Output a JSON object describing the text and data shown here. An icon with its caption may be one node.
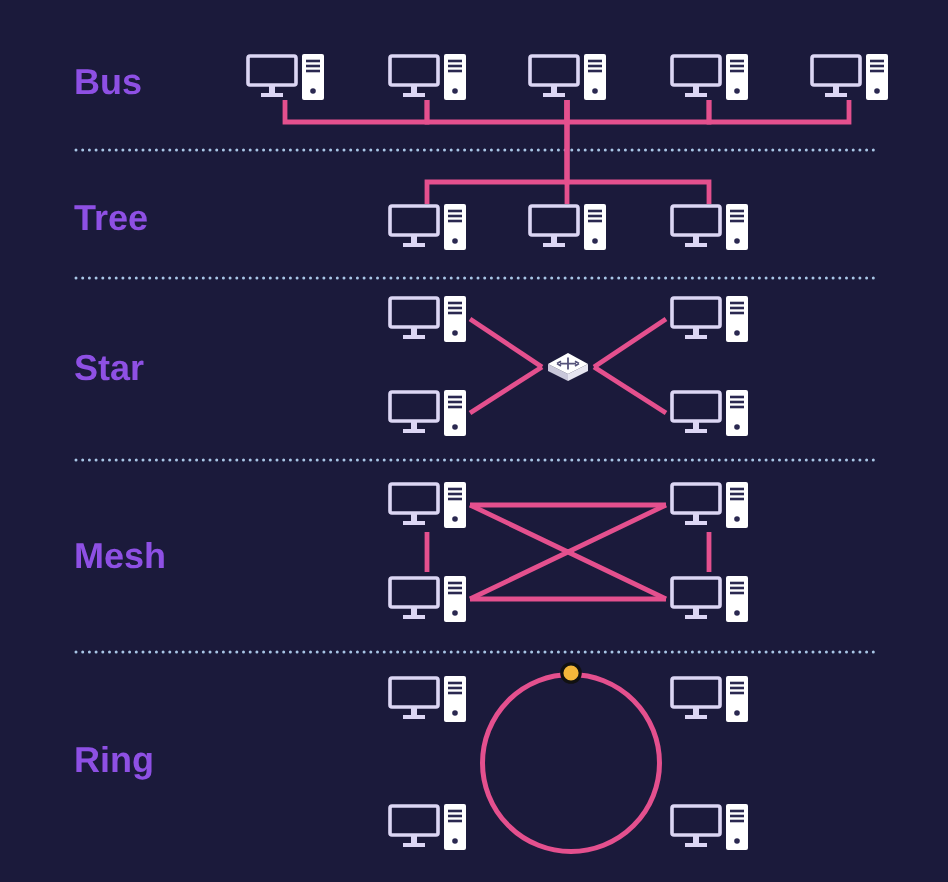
{
  "diagram": {
    "nodes": [
      {
        "text": [],
        "shape": "computer"
      },
      {
        "text": [],
        "shape": "computer"
      },
      {
        "text": [],
        "shape": "computer"
      },
      {
        "text": [],
        "shape": "computer"
      },
      {
        "text": [],
        "shape": "computer"
      },
      {
        "text": [],
        "shape": "computer"
      },
      {
        "text": [],
        "shape": "computer"
      },
      {
        "text": [],
        "shape": "computer"
      },
      {
        "text": [],
        "shape": "computer"
      },
      {
        "text": [],
        "shape": "computer"
      },
      {
        "text": [],
        "shape": "switch"
      },
      {
        "text": [],
        "shape": "computer"
      },
      {
        "text": [],
        "shape": "computer"
      },
      {
        "text": [],
        "shape": "computer"
      },
      {
        "text": [],
        "shape": "computer"
      },
      {
        "text": [],
        "shape": "computer"
      },
      {
        "text": [],
        "shape": "computer"
      },
      {
        "text": [],
        "shape": "computer"
      },
      {
        "text": [],
        "shape": "circle"
      },
      {
        "text": [],
        "shape": "computer"
      },
      {
        "text": [],
        "shape": "computer"
      },
      {
        "text": [],
        "shape": "computer"
      }
    ],
    "edges": [
      {
        "from": 0,
        "to": 1,
        "arrow": "none"
      },
      {
        "from": 1,
        "to": 2,
        "arrow": "none"
      },
      {
        "from": 2,
        "to": 3,
        "arrow": "none"
      },
      {
        "from": 3,
        "to": 4,
        "arrow": "none"
      },
      {
        "from": 2,
        "to": 5,
        "arrow": "none"
      },
      {
        "from": 2,
        "to": 6,
        "arrow": "none"
      },
      {
        "from": 2,
        "to": 7,
        "arrow": "none"
      },
      {
        "from": 10,
        "to": 8,
        "arrow": "none"
      },
      {
        "from": 10,
        "to": 9,
        "arrow": "none"
      },
      {
        "from": 10,
        "to": 11,
        "arrow": "none"
      },
      {
        "from": 10,
        "to": 12,
        "arrow": "none"
      },
      {
        "from": 13,
        "to": 14,
        "arrow": "none"
      },
      {
        "from": 13,
        "to": 15,
        "arrow": "none"
      },
      {
        "from": 13,
        "to": 16,
        "arrow": "none"
      },
      {
        "from": 14,
        "to": 15,
        "arrow": "none"
      },
      {
        "from": 14,
        "to": 16,
        "arrow": "none"
      },
      {
        "from": 15,
        "to": 16,
        "arrow": "none"
      }
    ],
    "labels": [
      "Bus",
      "Tree",
      "Star",
      "Mesh",
      "Ring"
    ]
  }
}
